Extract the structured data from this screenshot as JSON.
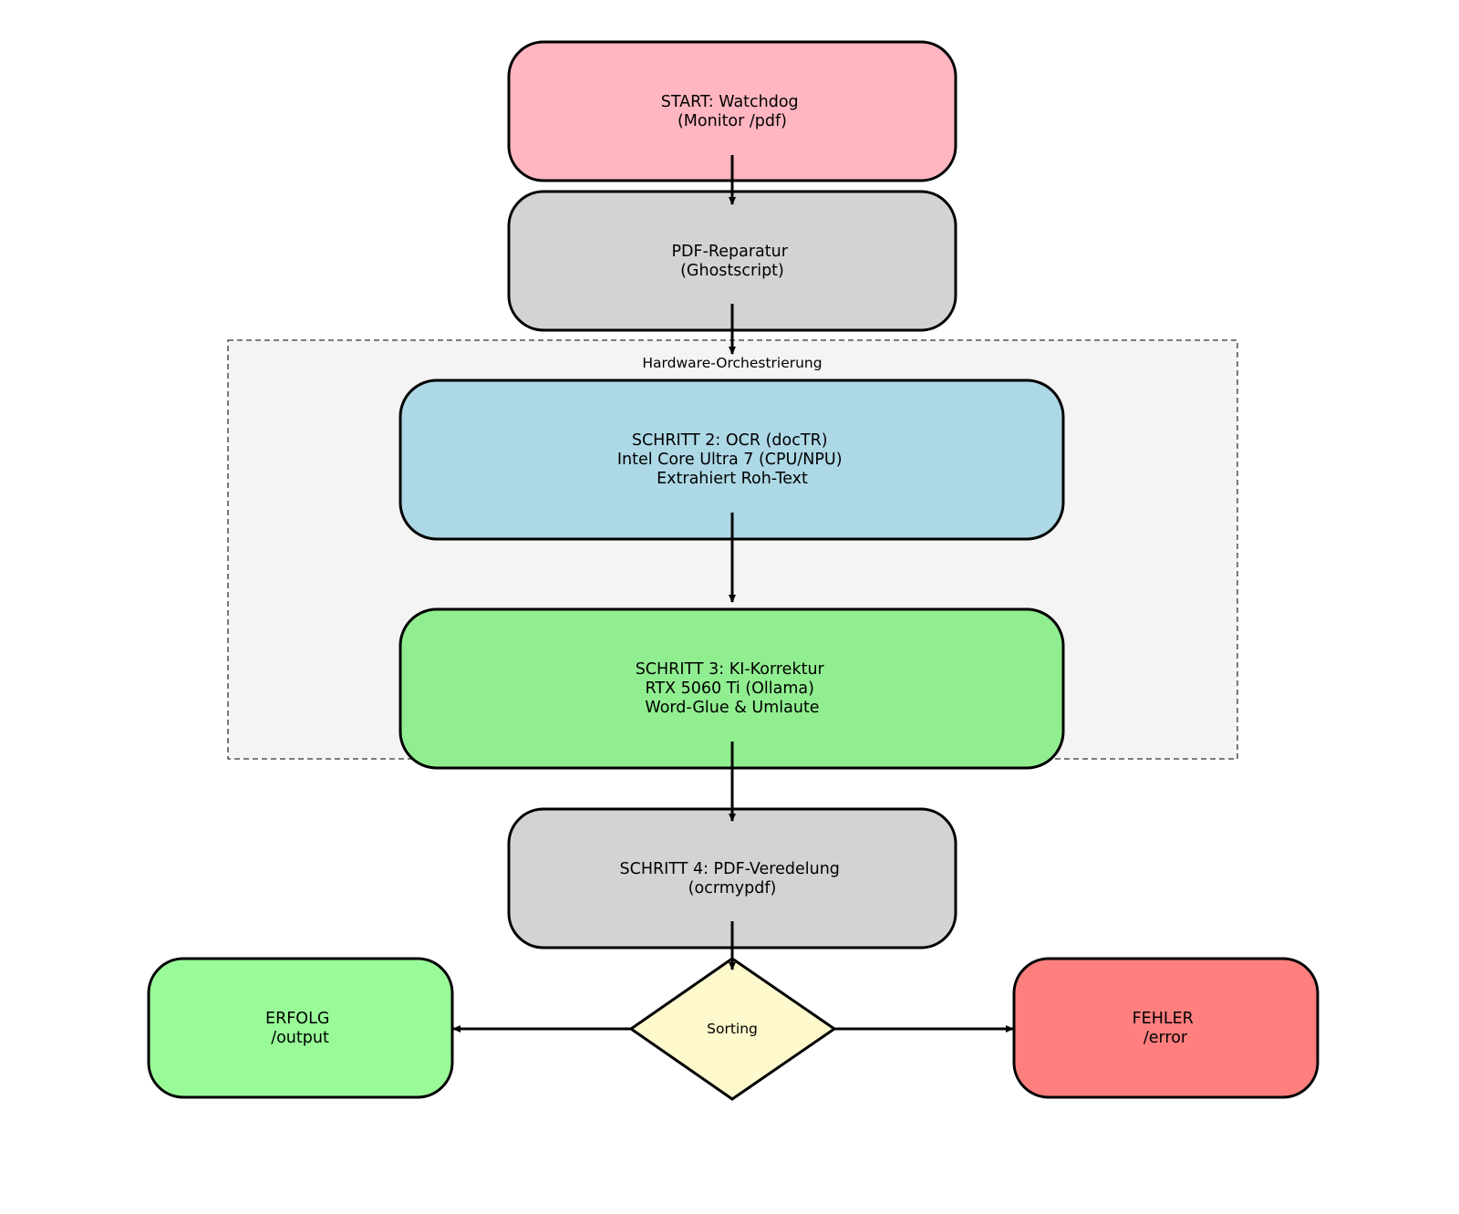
{
  "cluster": {
    "label": "Hardware-Orchestrierung",
    "fill": "#f4f4f4",
    "border": "#333333"
  },
  "nodes": {
    "start": {
      "line1": "START: Watchdog",
      "line2": "(Monitor /pdf)",
      "fill": "#ffb6c1"
    },
    "repair": {
      "line1": "PDF-Reparatur",
      "line2": "(Ghostscript)",
      "fill": "#d3d3d3"
    },
    "ocr": {
      "line1": "SCHRITT 2: OCR (docTR)",
      "line2": "Intel Core Ultra 7 (CPU/NPU)",
      "line3": "Extrahiert Roh-Text",
      "fill": "#add8e6"
    },
    "ai": {
      "line1": "SCHRITT 3: KI-Korrektur",
      "line2": "RTX 5060 Ti (Ollama)",
      "line3": "Word-Glue & Umlaute",
      "fill": "#90ee90"
    },
    "refine": {
      "line1": "SCHRITT 4: PDF-Veredelung",
      "line2": "(ocrmypdf)",
      "fill": "#d3d3d3"
    },
    "sorting": {
      "label": "Sorting",
      "fill": "#fdf9cc"
    },
    "success": {
      "line1": "ERFOLG",
      "line2": "/output",
      "fill": "#98fb98"
    },
    "error": {
      "line1": "FEHLER",
      "line2": "/error",
      "fill": "#ff7f7f"
    }
  }
}
